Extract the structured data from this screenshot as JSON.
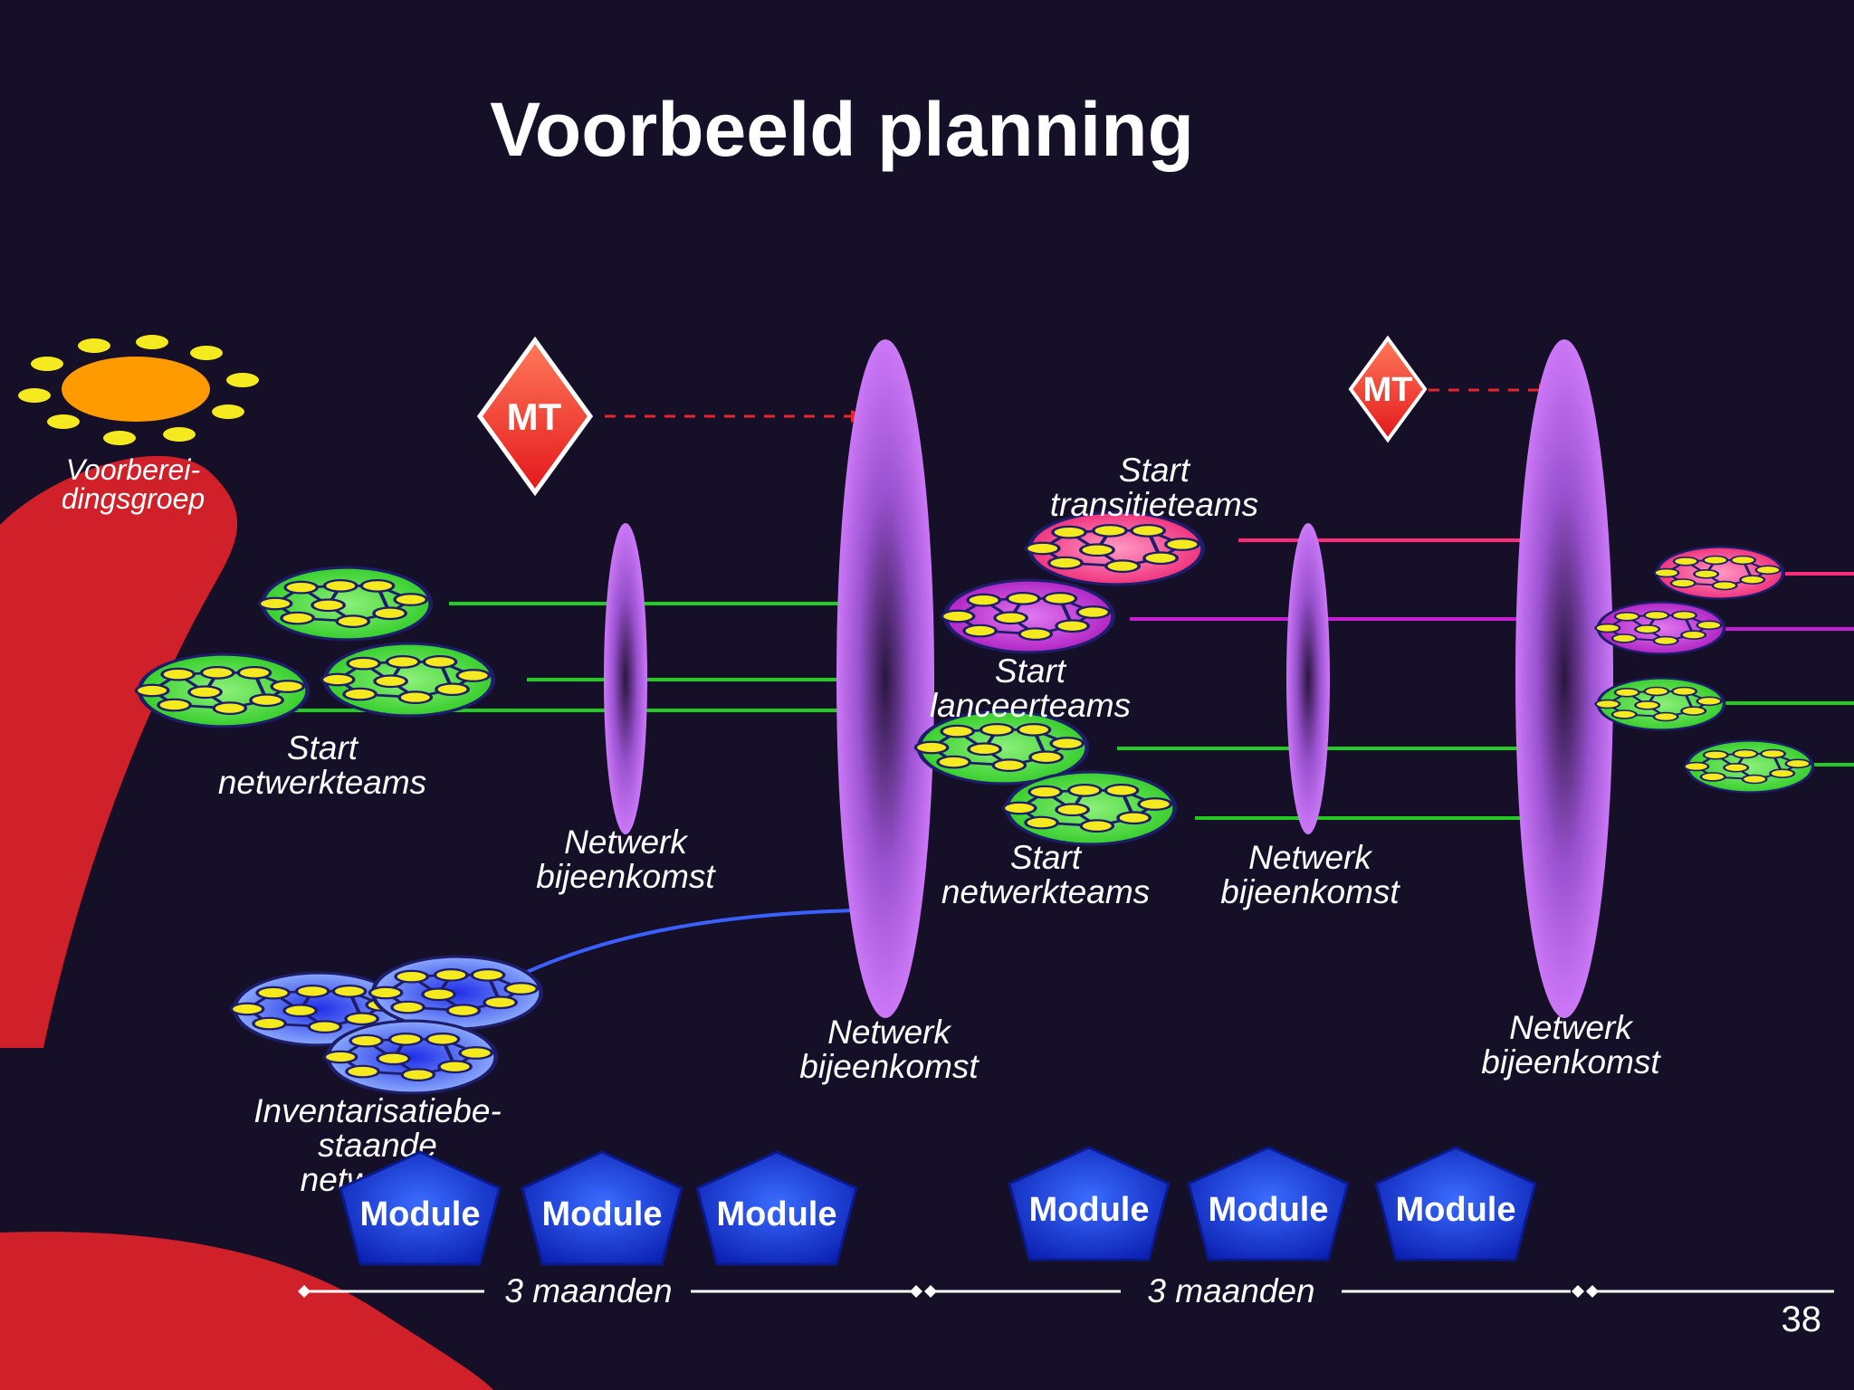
{
  "title": "Voorbeeld planning",
  "page_number": "38",
  "labels": {
    "prep_group_1": "Voorberei-",
    "prep_group_2": "dingsgroep",
    "start_netwerkteams_1_a": "Start",
    "start_netwerkteams_1_b": "netwerkteams",
    "start_netwerkteams_2_a": "Start",
    "start_netwerkteams_2_b": "netwerkteams",
    "start_transitieteams_a": "Start",
    "start_transitieteams_b": "transitieteams",
    "start_lanceerteams_a": "Start",
    "start_lanceerteams_b": "lanceerteams",
    "meeting_small_1_a": "Netwerk",
    "meeting_small_1_b": "bijeenkomst",
    "meeting_large_1_a": "Netwerk",
    "meeting_large_1_b": "bijeenkomst",
    "meeting_small_2_a": "Netwerk",
    "meeting_small_2_b": "bijeenkomst",
    "meeting_large_2_a": "Netwerk",
    "meeting_large_2_b": "bijeenkomst",
    "inventory_1": "Inventarisatiebe-",
    "inventory_2": "staande",
    "inventory_3": "netwerken"
  },
  "mt_labels": [
    "MT",
    "MT"
  ],
  "modules": [
    "Module",
    "Module",
    "Module",
    "Module",
    "Module",
    "Module"
  ],
  "durations": [
    "3 maanden",
    "3 maanden"
  ],
  "colors": {
    "background": "#150f28",
    "red_band": "#d0202a",
    "green_team": "#2fd12a",
    "pink_team": "#f0287a",
    "purple_team": "#b81ac8",
    "blue_team": "#5a8cff",
    "meeting_purple": "#c86af5",
    "module_blue": "#1436e0",
    "sun_orange": "#ff9a00",
    "node_yellow": "#f5ea20"
  }
}
